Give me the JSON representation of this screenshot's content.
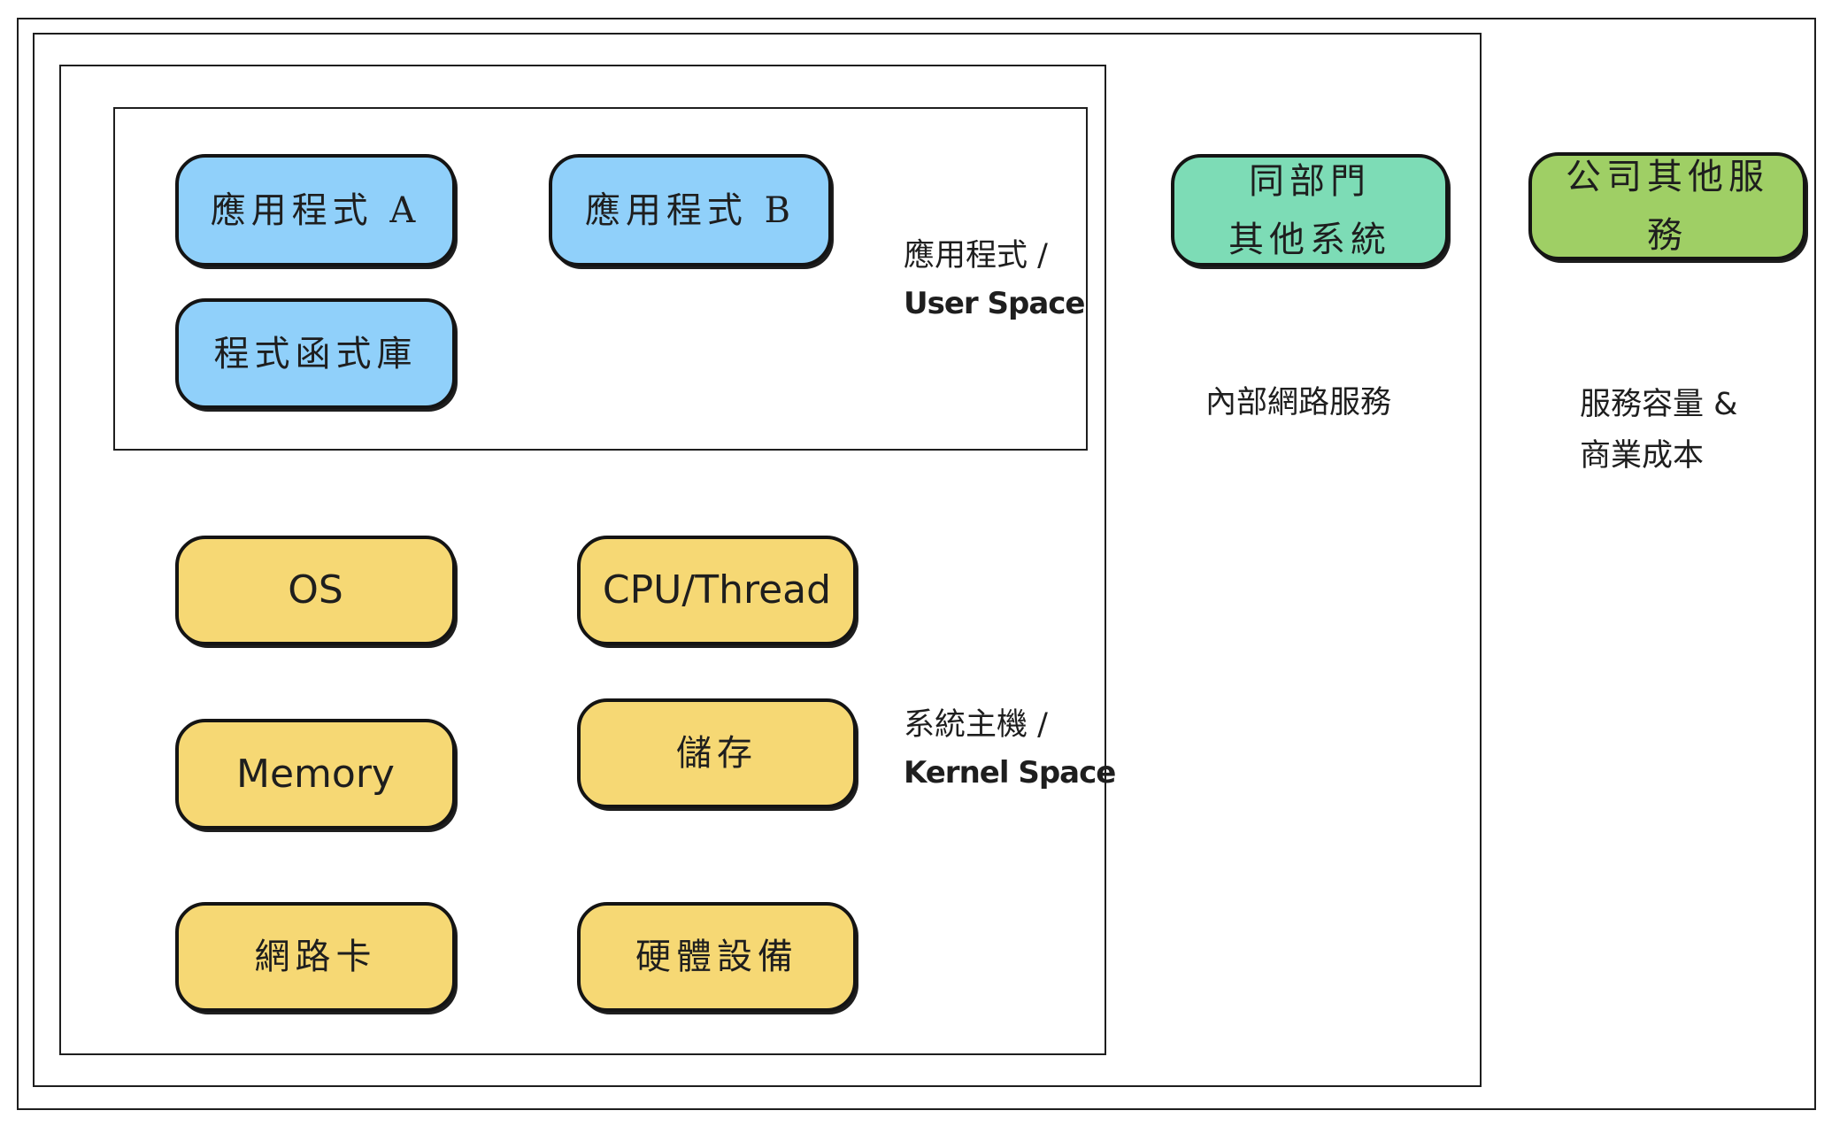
{
  "diagram": {
    "layers": {
      "business": {
        "caption_line1": "服務容量 &",
        "caption_line2": "商業成本"
      },
      "network": {
        "caption": "內部網路服務"
      },
      "host": {
        "caption_line1": "系統主機 /",
        "caption_line2": "Kernel Space"
      },
      "user_space": {
        "caption_line1": "應用程式 /",
        "caption_line2": "User Space"
      }
    },
    "nodes": {
      "app_a": "應用程式 A",
      "app_b": "應用程式 B",
      "library": "程式函式庫",
      "os": "OS",
      "cpu_thread": "CPU/Thread",
      "memory": "Memory",
      "storage": "儲存",
      "nic": "網路卡",
      "hardware": "硬體設備",
      "same_dept": "同部門\n其他系統",
      "same_dept_line1": "同部門",
      "same_dept_line2": "其他系統",
      "company_services_line1": "公司其他服",
      "company_services_line2": "務"
    },
    "colors": {
      "user_space": "#90d0fa",
      "kernel_space": "#f6d874",
      "network": "#7ddcb6",
      "business": "#9fcf65",
      "stroke": "#1e1e1e"
    }
  }
}
